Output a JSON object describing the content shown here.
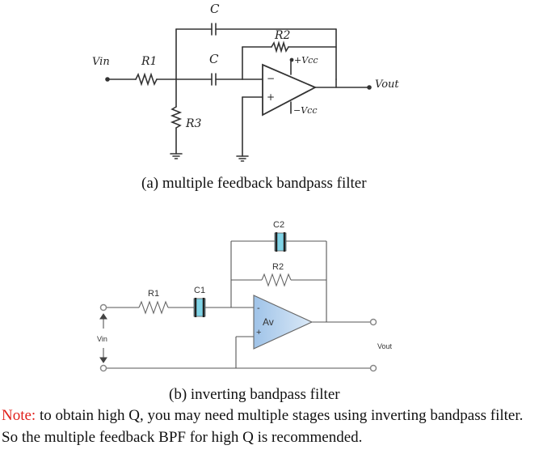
{
  "diagram_a": {
    "caption": "(a) multiple feedback bandpass filter",
    "labels": {
      "vin": "Vin",
      "r1": "R1",
      "r2": "R2",
      "r3": "R3",
      "c_top": "C",
      "c_mid": "C",
      "vcc_pos": "+Vcc",
      "vcc_neg": "−Vcc",
      "vout": "Vout",
      "minus": "−",
      "plus": "+"
    }
  },
  "diagram_b": {
    "caption": "(b) inverting bandpass filter",
    "labels": {
      "c2": "C2",
      "r2": "R2",
      "r1": "R1",
      "c1": "C1",
      "av": "Av",
      "vin": "Vin",
      "vout": "Vout",
      "minus": "-",
      "plus": "+"
    },
    "colors": {
      "capacitor_fill": "#7fd3e6",
      "opamp_fill": "#bcd7f0"
    }
  },
  "note": {
    "label": "Note:",
    "text": " to obtain high Q, you may need multiple stages using inverting bandpass filter. So the multiple feedback BPF for high Q is recommended."
  }
}
